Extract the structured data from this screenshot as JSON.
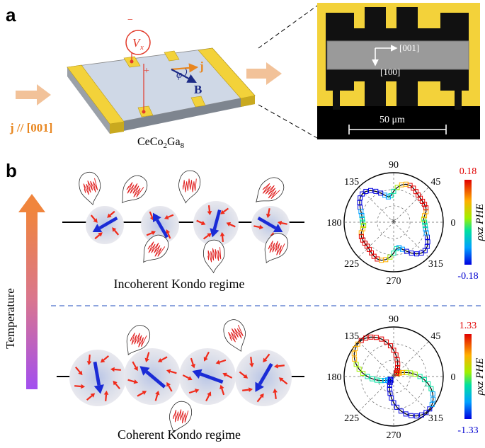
{
  "panel_a": {
    "label": "a",
    "current_label": "j // [001]",
    "compound_prefix": "CeCo",
    "compound_sub1": "2",
    "compound_mid": "Ga",
    "compound_sub2": "8",
    "voltmeter_v": "V",
    "voltmeter_sub": "x",
    "minus": "−",
    "plus": "+",
    "j_label": "j",
    "phi_label": "φ",
    "b_label": "B",
    "micro_dir_001": "[001]",
    "micro_dir_100": "[100]",
    "scale_bar": "50 μm"
  },
  "panel_b": {
    "label": "b",
    "temperature_label": "Temperature",
    "incoherent_title": "Incoherent Kondo regime",
    "coherent_title": "Coherent Kondo regime"
  },
  "chart_data": [
    {
      "type": "polar",
      "angle_ticks": [
        "90",
        "45",
        "0",
        "315",
        "270",
        "225",
        "180",
        "135"
      ],
      "colorbar_max": "0.18",
      "colorbar_min": "-0.18",
      "colorbar_label": "ρxz PHE",
      "shape": "four-lobed"
    },
    {
      "type": "polar",
      "angle_ticks": [
        "90",
        "45",
        "0",
        "315",
        "270",
        "225",
        "180",
        "135"
      ],
      "colorbar_max": "1.33",
      "colorbar_min": "-1.33",
      "colorbar_label": "ρxz PHE",
      "shape": "two-lobed, max along 135/315"
    }
  ],
  "colors": {
    "gold": "#f3d23a",
    "orange_arrow": "#f2c299",
    "j_orange": "#e8861f",
    "spin_blue": "#1a2bd6",
    "spin_red": "#f02a1a",
    "dashed_divider": "#4a6fc9",
    "voltmeter_red": "#e23a2a"
  }
}
